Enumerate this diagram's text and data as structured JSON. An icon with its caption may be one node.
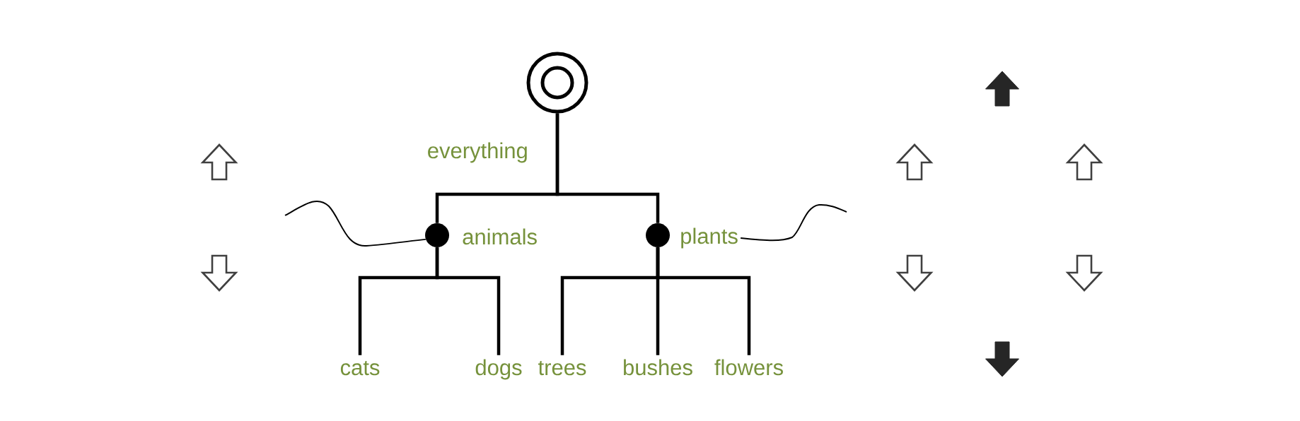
{
  "diagram": {
    "nodes": [
      {
        "text": [],
        "shape": "circle",
        "beside": [
          "everything"
        ]
      },
      {
        "text": [],
        "shape": "dot",
        "beside": [
          "animals"
        ]
      },
      {
        "text": [],
        "shape": "dot",
        "beside": [
          "plants"
        ]
      },
      {
        "text": [
          "cats"
        ]
      },
      {
        "text": [
          "dogs"
        ]
      },
      {
        "text": [
          "trees"
        ]
      },
      {
        "text": [
          "bushes"
        ]
      },
      {
        "text": [
          "flowers"
        ]
      }
    ],
    "edges": [
      {
        "from": 0,
        "to": 1,
        "arrow": "none"
      },
      {
        "from": 0,
        "to": 2,
        "arrow": "none"
      },
      {
        "from": 1,
        "to": 3,
        "arrow": "none"
      },
      {
        "from": 1,
        "to": 4,
        "arrow": "none"
      },
      {
        "from": 2,
        "to": 5,
        "arrow": "none"
      },
      {
        "from": 2,
        "to": 6,
        "arrow": "none"
      },
      {
        "from": 2,
        "to": 7,
        "arrow": "none"
      },
      {
        "from": null,
        "to": 1,
        "arrow": "none"
      },
      {
        "from": 2,
        "to": null,
        "arrow": "none"
      }
    ]
  }
}
